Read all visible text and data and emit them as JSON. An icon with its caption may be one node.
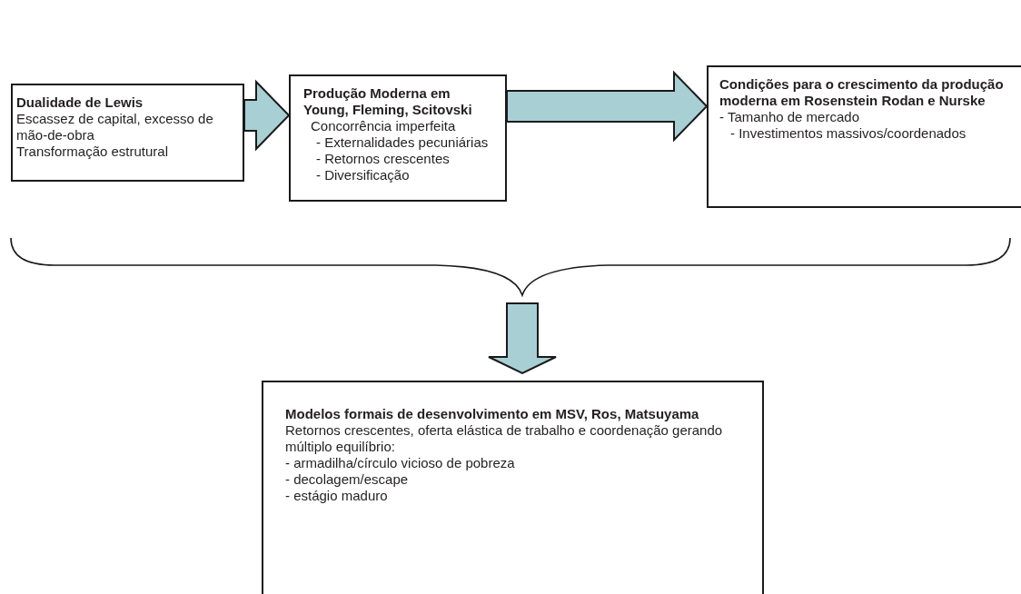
{
  "diagram": {
    "nodes": [
      {
        "text": [
          "Dualidade de Lewis",
          "Escassez de capital, excesso de mão-de-obra",
          "Transformação estrutural"
        ]
      },
      {
        "text": [
          "Produção Moderna em Young, Fleming, Scitovski",
          "Concorrência imperfeita",
          "- Externalidades pecuniárias",
          "- Retornos crescentes",
          "- Diversificação"
        ]
      },
      {
        "text": [
          "Condições para o crescimento da produção moderna em Rosenstein Rodan e Nurske",
          "- Tamanho de mercado",
          "- Investimentos massivos/coordenados"
        ]
      },
      {
        "text": [
          "Modelos formais de desenvolvimento em MSV, Ros, Matsuyama",
          "Retornos crescentes, oferta elástica de trabalho e coordenação gerando múltiplo equilíbrio:",
          "- armadilha/círculo vicioso de pobreza",
          "- decolagem/escape",
          "- estágio maduro"
        ]
      }
    ],
    "edges": [
      {
        "from": 0,
        "to": 1,
        "arrow": "to"
      },
      {
        "from": 1,
        "to": 2,
        "arrow": "to"
      },
      {
        "from": null,
        "to": 3,
        "arrow": "to"
      }
    ]
  }
}
